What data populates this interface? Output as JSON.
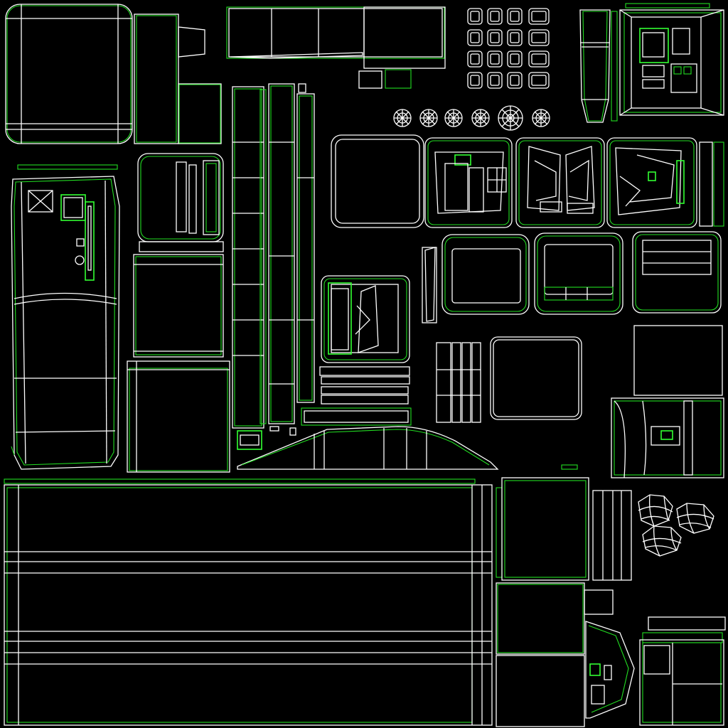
{
  "image": {
    "background_color": "#000000",
    "wire_colors": {
      "edge_white": "#ffffff",
      "edge_green": "#22dd22",
      "edge_green_bright": "#33ff33"
    },
    "grid_of_small_squares": {
      "rows": 4,
      "cols": 4
    },
    "radial_discs": 6,
    "sphere_balls": 3
  }
}
